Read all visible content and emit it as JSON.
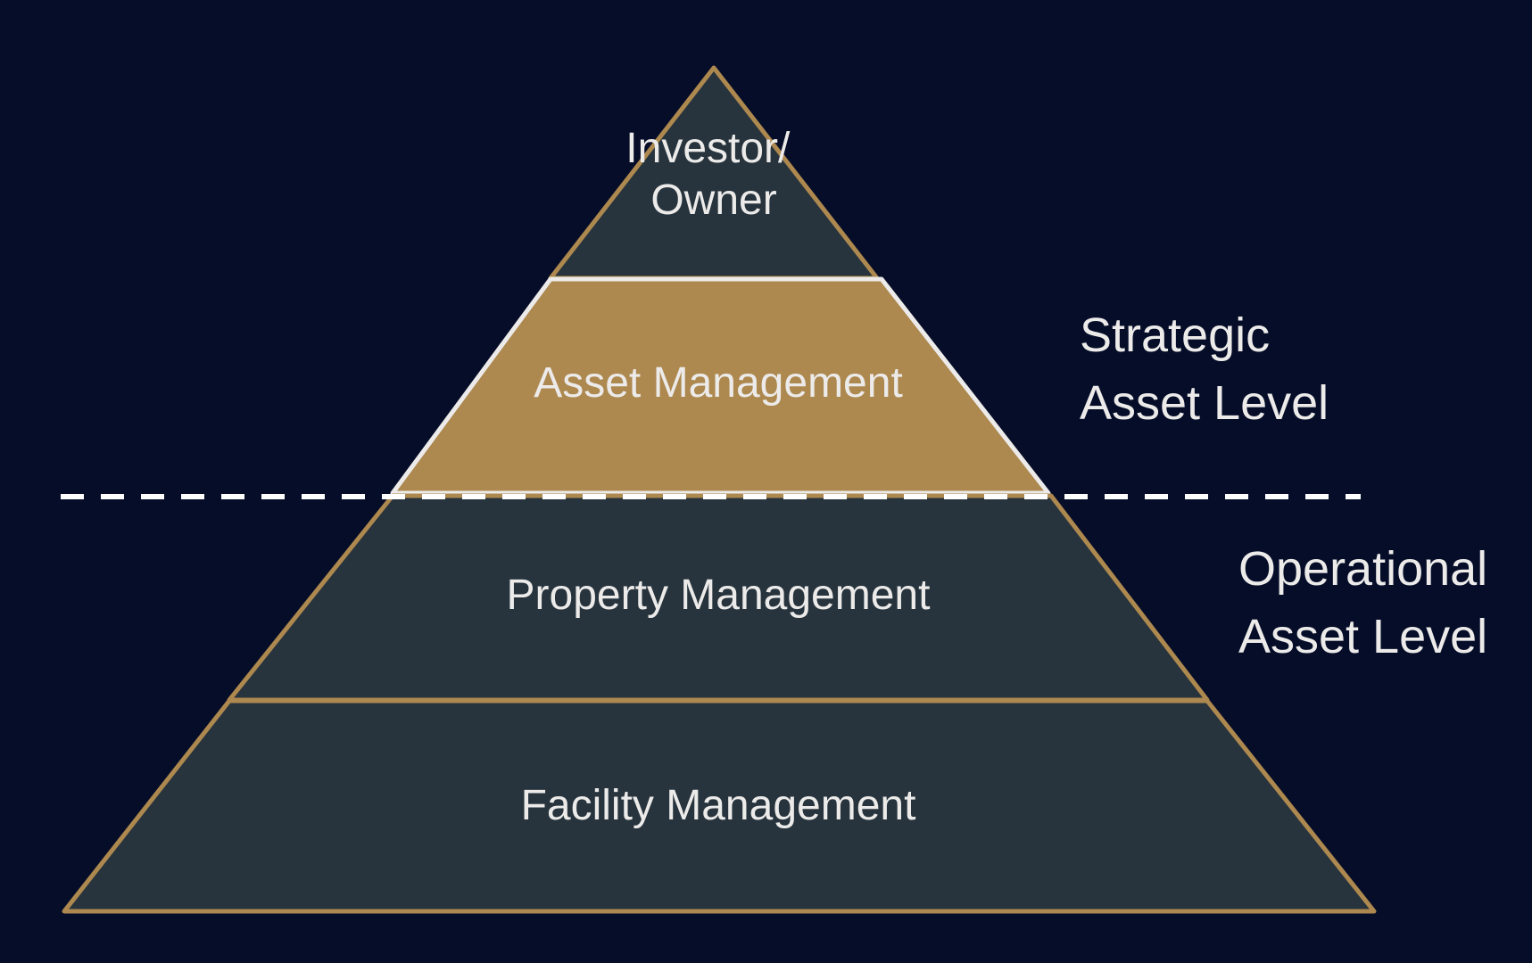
{
  "tiers": [
    {
      "label_lines": [
        "Investor/",
        "Owner"
      ]
    },
    {
      "label_lines": [
        "Asset Management"
      ]
    },
    {
      "label_lines": [
        "Property Management"
      ]
    },
    {
      "label_lines": [
        "Facility Management"
      ]
    }
  ],
  "levels": {
    "strategic": {
      "lines": [
        "Strategic",
        "Asset Level"
      ]
    },
    "operational": {
      "lines": [
        "Operational",
        "Asset Level"
      ]
    }
  },
  "colors": {
    "background": "#050d28",
    "tier_fill": "#27343d",
    "highlight_fill": "#ad884f",
    "outline": "#ad884f",
    "highlight_outline": "#ecebea",
    "text": "#ecebea",
    "divider": "#ffffff"
  }
}
